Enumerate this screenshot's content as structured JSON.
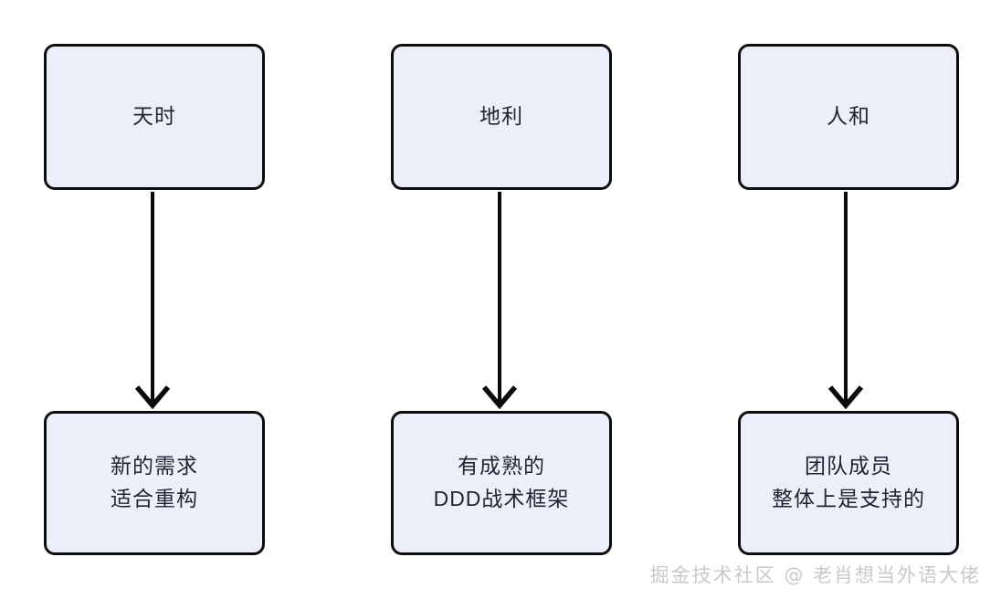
{
  "diagram": {
    "type": "flowchart",
    "orientation": "three-column-top-down",
    "background_color": "#ffffff",
    "node_fill_color": "#eceff9",
    "node_border_color": "#0d0d0d",
    "node_text_color": "#1f2430",
    "arrow_color": "#0a0a0a",
    "columns": [
      {
        "id": "column-1",
        "top_node": {
          "id": "node-tianshi",
          "label": "天时"
        },
        "bottom_node": {
          "id": "node-new-requirement",
          "label": "新的需求\n适合重构"
        },
        "arrow": {
          "id": "arrow-1",
          "from": "node-tianshi",
          "to": "node-new-requirement",
          "direction": "down"
        }
      },
      {
        "id": "column-2",
        "top_node": {
          "id": "node-dili",
          "label": "地利"
        },
        "bottom_node": {
          "id": "node-mature-ddd",
          "label": "有成熟的\nDDD战术框架"
        },
        "arrow": {
          "id": "arrow-2",
          "from": "node-dili",
          "to": "node-mature-ddd",
          "direction": "down"
        }
      },
      {
        "id": "column-3",
        "top_node": {
          "id": "node-renhe",
          "label": "人和"
        },
        "bottom_node": {
          "id": "node-team-support",
          "label": "团队成员\n整体上是支持的"
        },
        "arrow": {
          "id": "arrow-3",
          "from": "node-renhe",
          "to": "node-team-support",
          "direction": "down"
        }
      }
    ]
  },
  "watermark": {
    "text": "掘金技术社区 @ 老肖想当外语大佬",
    "color": "#c9c9c9"
  }
}
